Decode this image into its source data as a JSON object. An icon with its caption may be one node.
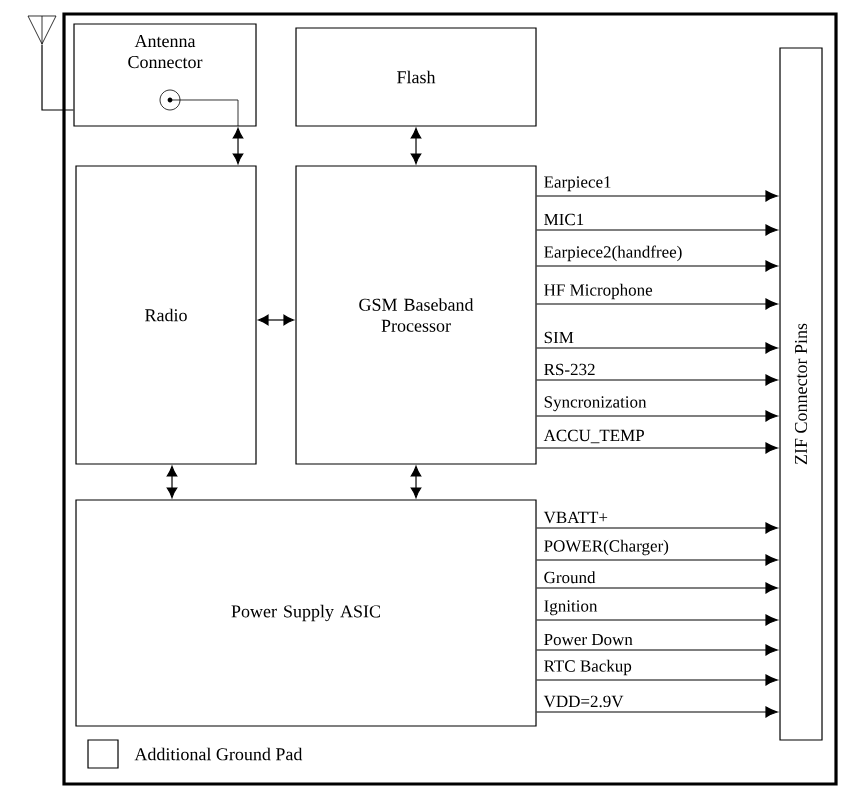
{
  "diagram": {
    "nodes": [
      {
        "text": [
          "Antenna Connector"
        ]
      },
      {
        "text": [
          "Flash"
        ]
      },
      {
        "text": [
          "Radio"
        ]
      },
      {
        "text": [
          "GSM Baseband Processor"
        ]
      },
      {
        "text": [
          "Power Supply ASIC"
        ]
      },
      {
        "text": [
          "ZIF Connector Pins"
        ]
      },
      {
        "text": [],
        "shape": "antenna"
      }
    ],
    "edges": [
      {
        "from": 6,
        "to": 0,
        "arrow": "none"
      },
      {
        "from": 0,
        "to": 2,
        "arrow": "both"
      },
      {
        "from": 1,
        "to": 3,
        "arrow": "both"
      },
      {
        "from": 2,
        "to": 3,
        "arrow": "both"
      },
      {
        "from": 2,
        "to": 4,
        "arrow": "both"
      },
      {
        "from": 3,
        "to": 4,
        "arrow": "both"
      },
      {
        "from": 3,
        "to": 5,
        "arrow": "to",
        "label": "Earpiece1"
      },
      {
        "from": 3,
        "to": 5,
        "arrow": "to",
        "label": "MIC1"
      },
      {
        "from": 3,
        "to": 5,
        "arrow": "to",
        "label": "Earpiece2(handfree)"
      },
      {
        "from": 3,
        "to": 5,
        "arrow": "to",
        "label": "HF Microphone"
      },
      {
        "from": 3,
        "to": 5,
        "arrow": "to",
        "label": "SIM"
      },
      {
        "from": 3,
        "to": 5,
        "arrow": "to",
        "label": "RS-232"
      },
      {
        "from": 3,
        "to": 5,
        "arrow": "to",
        "label": "Syncronization"
      },
      {
        "from": 3,
        "to": 5,
        "arrow": "to",
        "label": "ACCU_TEMP"
      },
      {
        "from": 4,
        "to": 5,
        "arrow": "to",
        "label": "VBATT+"
      },
      {
        "from": 4,
        "to": 5,
        "arrow": "to",
        "label": "POWER(Charger)"
      },
      {
        "from": 4,
        "to": 5,
        "arrow": "to",
        "label": "Ground"
      },
      {
        "from": 4,
        "to": 5,
        "arrow": "to",
        "label": "Ignition"
      },
      {
        "from": 4,
        "to": 5,
        "arrow": "to",
        "label": "Power Down"
      },
      {
        "from": 4,
        "to": 5,
        "arrow": "to",
        "label": "RTC Backup"
      },
      {
        "from": 4,
        "to": 5,
        "arrow": "to",
        "label": "VDD=2.9V"
      }
    ],
    "legend": [
      {
        "text": "Additional Ground Pad"
      }
    ]
  }
}
